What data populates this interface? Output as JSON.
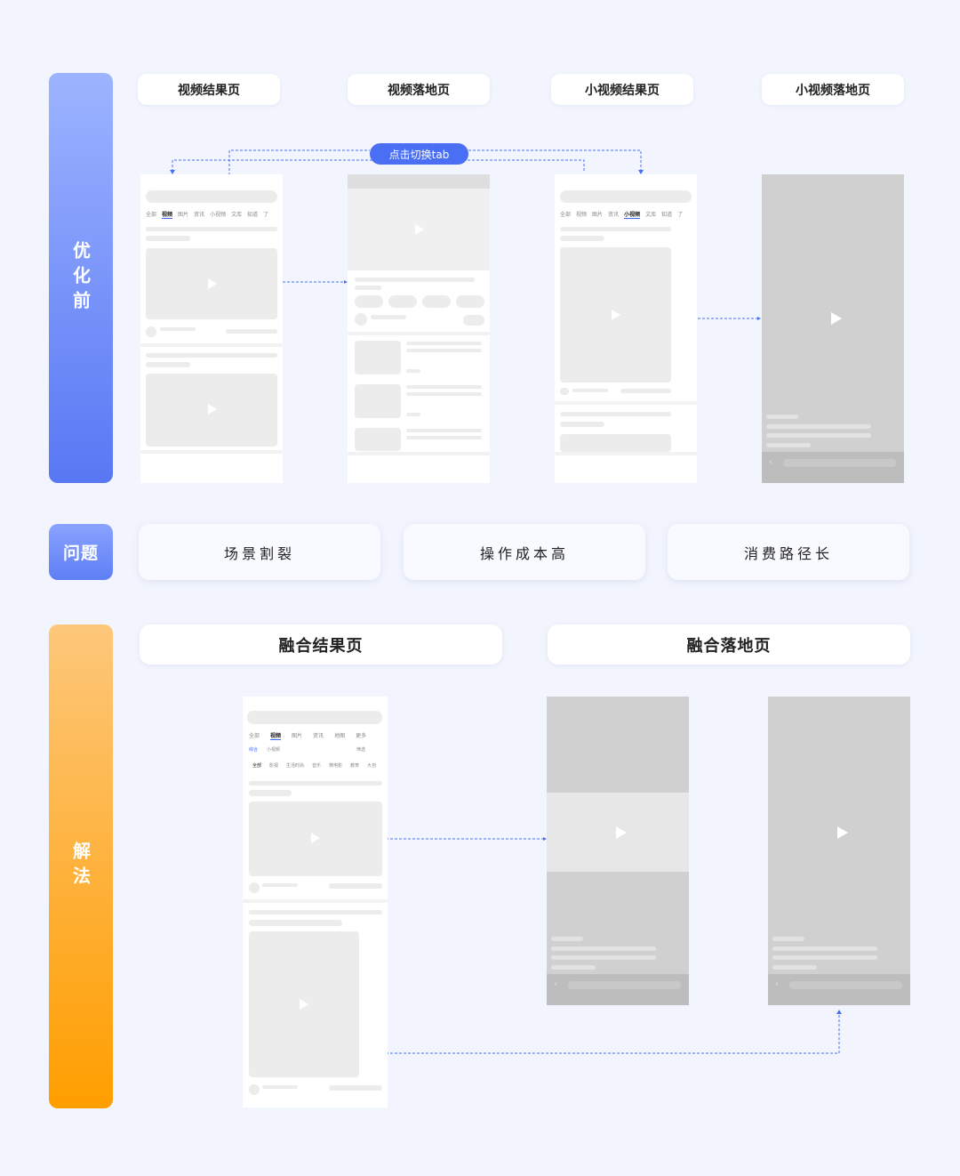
{
  "sections": {
    "before": "优化前",
    "problem": "问题",
    "solution": "解法"
  },
  "before_labels": [
    "视频结果页",
    "视频落地页",
    "小视频结果页",
    "小视频落地页"
  ],
  "switch_pill": "点击切换tab",
  "problems": [
    "场景割裂",
    "操作成本高",
    "消费路径长"
  ],
  "solution_labels": [
    "融合结果页",
    "融合落地页"
  ],
  "mock": {
    "tabs_video": [
      "全部",
      "视频",
      "图片",
      "资讯",
      "小视频",
      "文库",
      "知道",
      "了"
    ],
    "tabs_smallvideo": [
      "全部",
      "视频",
      "图片",
      "资讯",
      "小视频",
      "文库",
      "知道",
      "了"
    ],
    "tabs_fusion": [
      "全部",
      "视频",
      "图片",
      "资讯",
      "地图",
      "更多"
    ],
    "fusion_sub": [
      "综合",
      "小视频",
      "筛选"
    ],
    "fusion_filters": [
      "全部",
      "影视",
      "生活时尚",
      "音乐",
      "微电影",
      "教育",
      "大自"
    ]
  },
  "colors": {
    "accent": "#4a6ef4",
    "before_bar": "#5878f4",
    "solution_bar": "#ff9e00"
  }
}
